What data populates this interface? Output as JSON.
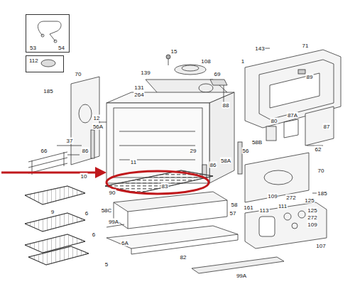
{
  "diagram": {
    "nodes": [
      {
        "text": [
          "53",
          "54"
        ]
      },
      {
        "text": [
          "112"
        ]
      }
    ],
    "labels": [
      "15",
      "108",
      "143",
      "71",
      "1",
      "89",
      "70",
      "139",
      "69",
      "185",
      "131",
      "264",
      "88",
      "29",
      "12",
      "56A",
      "37",
      "86",
      "11",
      "86",
      "58B",
      "80",
      "87A",
      "87",
      "62",
      "66",
      "10",
      "90",
      "83",
      "56",
      "58A",
      "70",
      "185",
      "9",
      "58C",
      "58",
      "57",
      "6",
      "6",
      "6A",
      "5",
      "82",
      "99A",
      "99A",
      "109",
      "272",
      "125",
      "161",
      "111",
      "113",
      "125",
      "272",
      "109",
      "107"
    ]
  }
}
